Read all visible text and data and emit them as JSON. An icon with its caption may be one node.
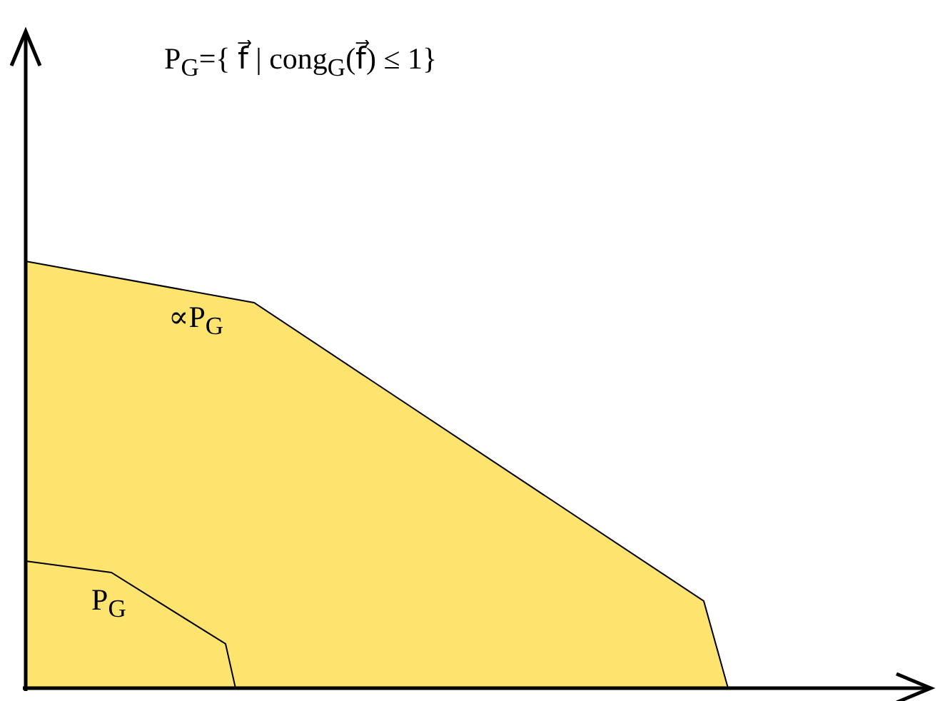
{
  "diagram": {
    "nodes": [
      {
        "text": [
          "∝P$_{G}$"
        ]
      },
      {
        "text": [
          "P$_{G}$"
        ],
        "in": 0
      }
    ],
    "labels": [
      "P$_{G}$={ f⃗ | cong$_{G}$(f⃗) ≤ 1}"
    ]
  }
}
